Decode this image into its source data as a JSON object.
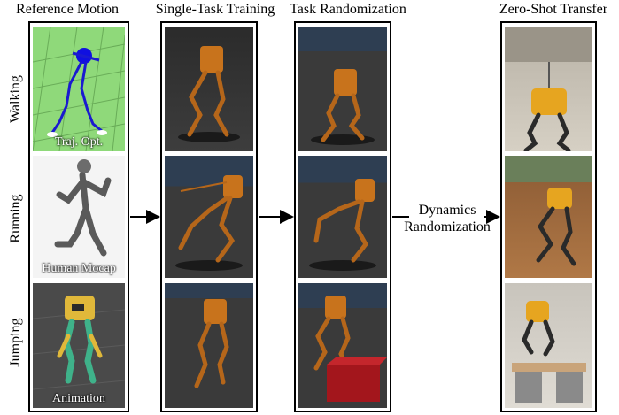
{
  "columns": {
    "reference": "Reference Motion",
    "single_task": "Single-Task Training",
    "task_rand": "Task Randomization",
    "zero_shot": "Zero-Shot Transfer"
  },
  "rows": {
    "walking": "Walking",
    "running": "Running",
    "jumping": "Jumping"
  },
  "captions": {
    "traj_opt": "Traj. Opt.",
    "human_mocap": "Human Mocap",
    "animation": "Animation"
  },
  "dynamics": {
    "line1": "Dynamics",
    "line2": "Randomization"
  },
  "colors": {
    "robot_orange": "#c8731c",
    "sim_floor": "#3a3a3a",
    "sim_sky": "#2e3e52",
    "walk_ground": "#8fd97a",
    "anim_bg": "#4a4a4a"
  }
}
